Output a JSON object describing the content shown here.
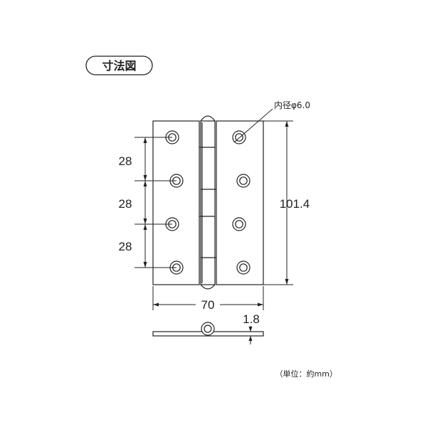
{
  "title": "寸法図",
  "labels": {
    "hole_diameter": "内径φ6.0",
    "hole_spacing_top": "28",
    "hole_spacing_middle": "28",
    "hole_spacing_bottom": "28",
    "height": "101.4",
    "width": "70",
    "thickness": "1.8"
  },
  "unit_note": "（単位：約mm）",
  "colors": {
    "line": "#222222",
    "background": "#ffffff"
  }
}
